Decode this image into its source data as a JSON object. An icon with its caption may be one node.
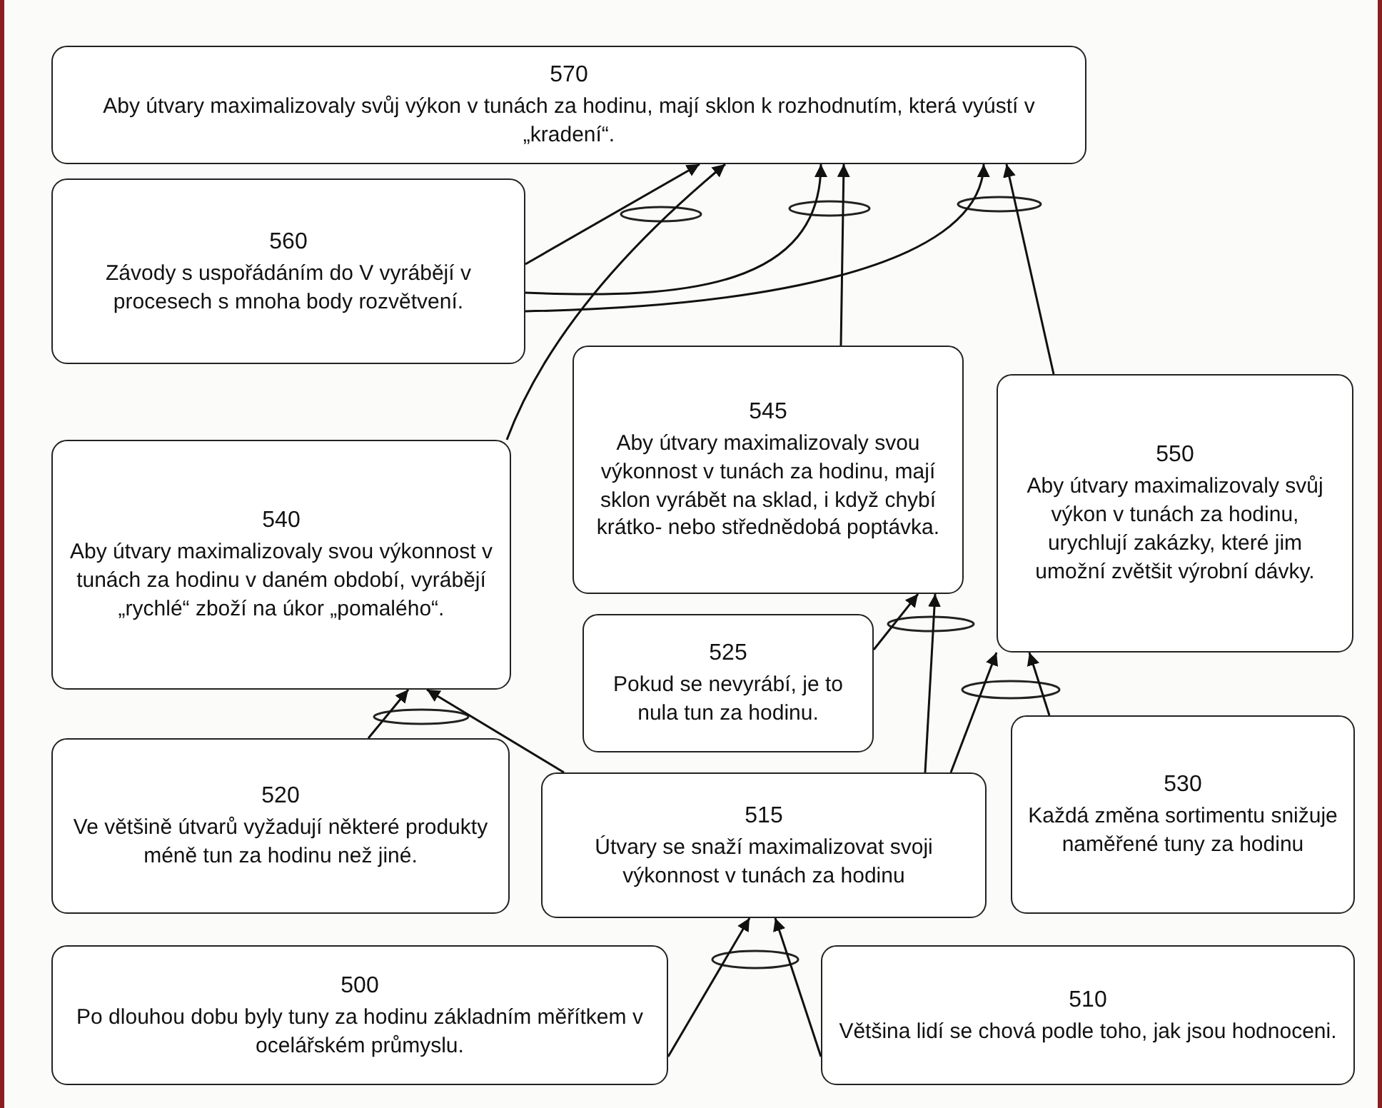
{
  "diagram": {
    "nodes": [
      {
        "text": [
          "570",
          "Aby útvary maximalizovaly svůj výkon v tunách za hodinu, mají sklon k rozhodnutím, která vyústí v „kradení“."
        ]
      },
      {
        "text": [
          "560",
          "Závody s uspořádáním do V vyrábějí v procesech s mnoha body rozvětvení."
        ]
      },
      {
        "text": [
          "545",
          "Aby útvary maximalizovaly svou výkonnost v tunách za hodinu, mají sklon vyrábět na sklad, i když chybí krátko- nebo střednědobá poptávka."
        ]
      },
      {
        "text": [
          "550",
          "Aby útvary maximalizovaly svůj výkon v tunách za hodinu, urychlují zakázky, které jim umožní zvětšit výrobní dávky."
        ]
      },
      {
        "text": [
          "540",
          "Aby útvary maximalizovaly svou výkonnost v tunách za hodinu v daném období, vyrábějí „rychlé“ zboží na úkor „pomalého“."
        ]
      },
      {
        "text": [
          "525",
          "Pokud se nevyrábí, je to nula tun za hodinu."
        ]
      },
      {
        "text": [
          "520",
          "Ve většině útvarů vyžadují některé produkty méně tun za hodinu než jiné."
        ]
      },
      {
        "text": [
          "515",
          "Útvary se snaží maximalizovat svoji výkonnost v tunách za hodinu"
        ]
      },
      {
        "text": [
          "530",
          "Každá změna sortimentu snižuje naměřené tuny za hodinu"
        ]
      },
      {
        "text": [
          "500",
          "Po dlouhou dobu byly tuny za hodinu základním měřítkem v ocelářském průmyslu."
        ]
      },
      {
        "text": [
          "510",
          "Většina lidí se chová podle toho, jak jsou hodnoceni."
        ]
      }
    ],
    "edges": [
      {
        "from": 1,
        "to": 0,
        "arrow": "to"
      },
      {
        "from": 4,
        "to": 0,
        "arrow": "to"
      },
      {
        "from": 1,
        "to": 0,
        "arrow": "to"
      },
      {
        "from": 2,
        "to": 0,
        "arrow": "to"
      },
      {
        "from": 1,
        "to": 0,
        "arrow": "to"
      },
      {
        "from": 3,
        "to": 0,
        "arrow": "to"
      },
      {
        "from": 6,
        "to": 4,
        "arrow": "to"
      },
      {
        "from": 7,
        "to": 4,
        "arrow": "to"
      },
      {
        "from": 5,
        "to": 2,
        "arrow": "to"
      },
      {
        "from": 7,
        "to": 2,
        "arrow": "to"
      },
      {
        "from": 7,
        "to": 3,
        "arrow": "to"
      },
      {
        "from": 8,
        "to": 3,
        "arrow": "to"
      },
      {
        "from": 9,
        "to": 7,
        "arrow": "to"
      },
      {
        "from": 10,
        "to": 7,
        "arrow": "to"
      }
    ]
  }
}
